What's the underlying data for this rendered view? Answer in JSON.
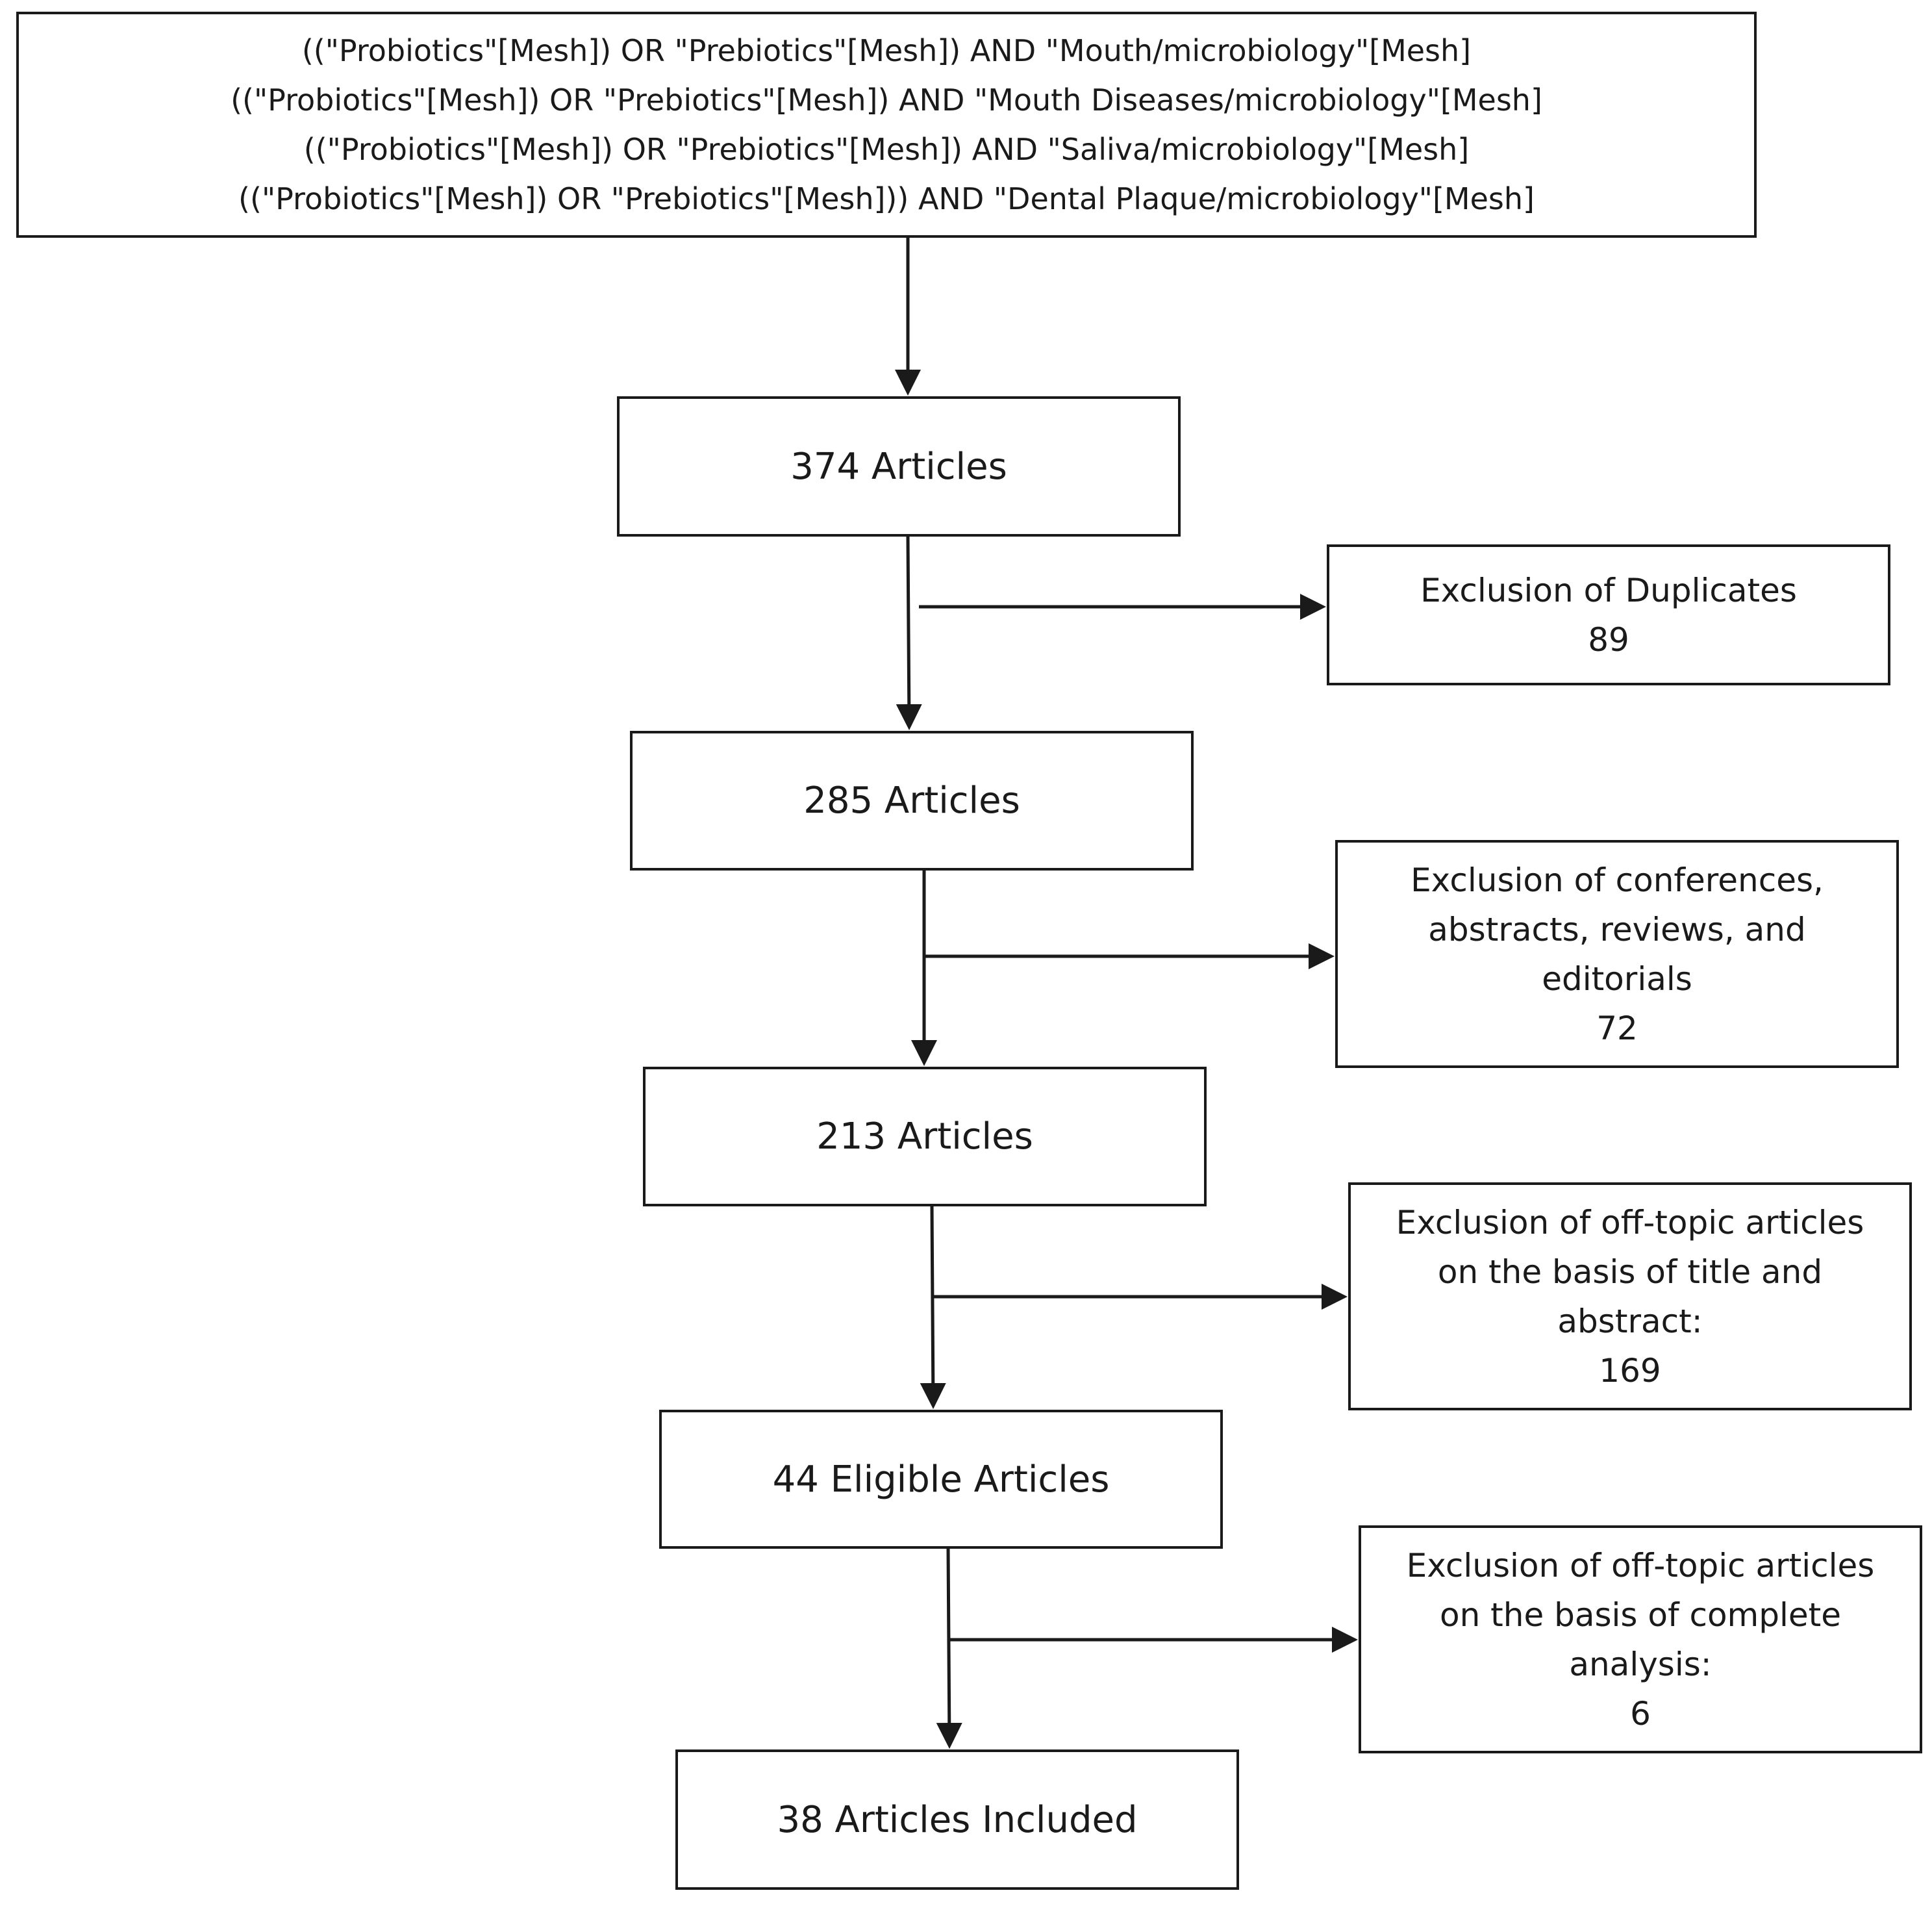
{
  "search_query": {
    "lines": [
      "((\"Probiotics\"[Mesh]) OR \"Prebiotics\"[Mesh]) AND \"Mouth/microbiology\"[Mesh]",
      "((\"Probiotics\"[Mesh]) OR \"Prebiotics\"[Mesh]) AND \"Mouth Diseases/microbiology\"[Mesh]",
      "((\"Probiotics\"[Mesh]) OR \"Prebiotics\"[Mesh]) AND \"Saliva/microbiology\"[Mesh]",
      "((\"Probiotics\"[Mesh]) OR \"Prebiotics\"[Mesh])) AND \"Dental Plaque/microbiology\"[Mesh]"
    ]
  },
  "steps": [
    {
      "id": "step-374",
      "label": "374 Articles"
    },
    {
      "id": "step-285",
      "label": "285 Articles"
    },
    {
      "id": "step-213",
      "label": "213 Articles"
    },
    {
      "id": "step-44",
      "label": "44 Eligible Articles"
    },
    {
      "id": "step-38",
      "label": "38 Articles Included"
    }
  ],
  "exclusions": [
    {
      "id": "excl-duplicates",
      "lines": [
        "Exclusion of Duplicates",
        "89"
      ]
    },
    {
      "id": "excl-conferences",
      "lines": [
        "Exclusion of conferences,",
        "abstracts, reviews, and",
        "editorials",
        "72"
      ]
    },
    {
      "id": "excl-offtopic-title",
      "lines": [
        "Exclusion of off-topic articles",
        "on the basis of title and",
        "abstract:",
        "169"
      ]
    },
    {
      "id": "excl-offtopic-complete",
      "lines": [
        "Exclusion of off-topic articles",
        "on the basis of complete",
        "analysis:",
        "6"
      ]
    }
  ],
  "colors": {
    "stroke": "#1a1a1a",
    "background": "#ffffff"
  }
}
